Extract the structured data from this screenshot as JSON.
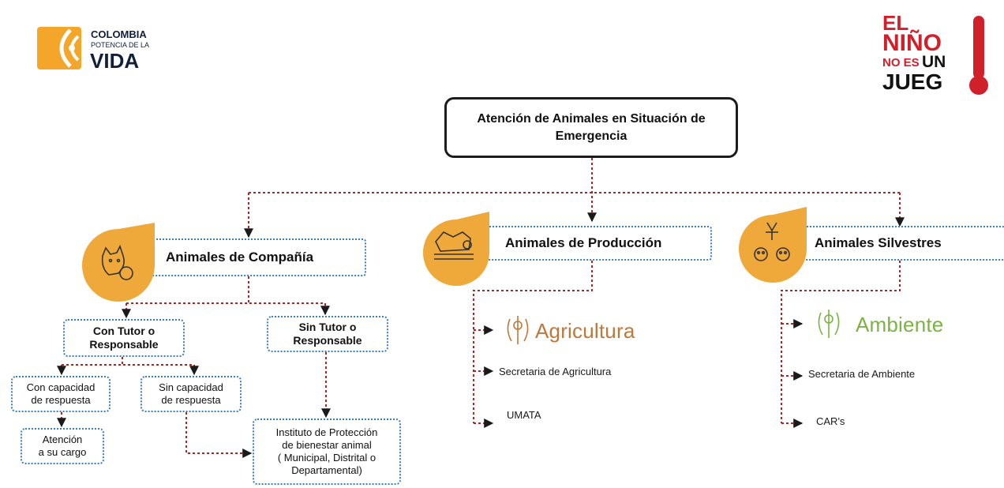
{
  "logos": {
    "colombia_line1": "COLOMBIA",
    "colombia_line2": "POTENCIA DE LA",
    "colombia_line3": "VIDA",
    "nino_line1": "EL",
    "nino_line2": "NIÑO",
    "nino_line3a": "NO ES",
    "nino_line3b": "UN",
    "nino_line4": "JUEG"
  },
  "root": {
    "line1": "Atención de Animales en Situación de",
    "line2": "Emergencia"
  },
  "categories": {
    "companion": "Animales de Compañía",
    "production": "Animales de Producción",
    "wild": "Animales Silvestres"
  },
  "companion": {
    "with_tutor_1": "Con Tutor o",
    "with_tutor_2": "Responsable",
    "without_tutor_1": "Sin Tutor o",
    "without_tutor_2": "Responsable",
    "with_capacity_1": "Con capacidad",
    "with_capacity_2": "de respuesta",
    "without_capacity_1": "Sin capacidad",
    "without_capacity_2": "de respuesta",
    "care_1": "Atención",
    "care_2": "a su cargo",
    "institute_1": "Instituto de Protección",
    "institute_2": "de bienestar animal",
    "institute_3": "( Municipal, Distrital o",
    "institute_4": "Departamental)"
  },
  "production": {
    "brand": "Agricultura",
    "items": [
      "Secretaria de Agricultura",
      "UMATA"
    ]
  },
  "wild": {
    "brand": "Ambiente",
    "items": [
      "Secretaria de Ambiente",
      "CAR's"
    ]
  },
  "colors": {
    "line_red": "#9e2b2b",
    "box_border": "#3d7fb8",
    "drop_orange": "#efa93a",
    "agri_brand": "#c0773a",
    "env_brand": "#7bb342",
    "nino_red": "#d0202a"
  }
}
